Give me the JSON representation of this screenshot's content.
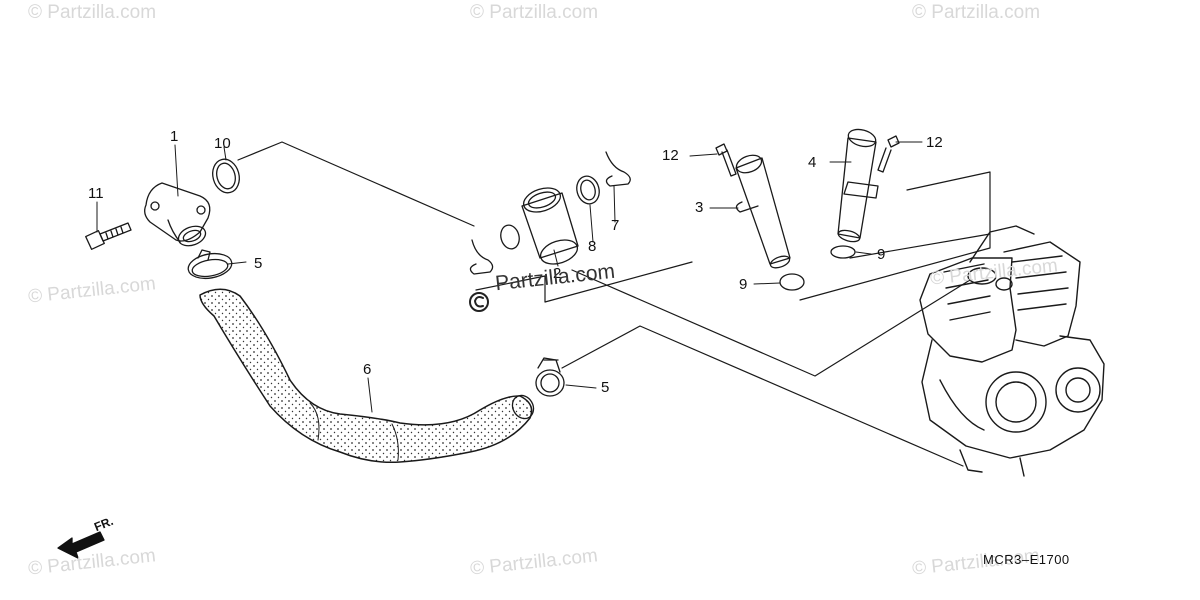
{
  "diagram": {
    "drawing_code": "MCR3–E1700",
    "front_label": "FR.",
    "watermark_text": "© Partzilla.com",
    "watermark_center_text": "Partzilla.com",
    "callouts": {
      "c1": "1",
      "c2": "2",
      "c3": "3",
      "c4": "4",
      "c5a": "5",
      "c5b": "5",
      "c6": "6",
      "c7": "7",
      "c8": "8",
      "c9a": "9",
      "c9b": "9",
      "c10": "10",
      "c11": "11",
      "c12a": "12",
      "c12b": "12"
    },
    "colors": {
      "line": "#1a1a1a",
      "watermark": "#d8d8d8"
    }
  }
}
